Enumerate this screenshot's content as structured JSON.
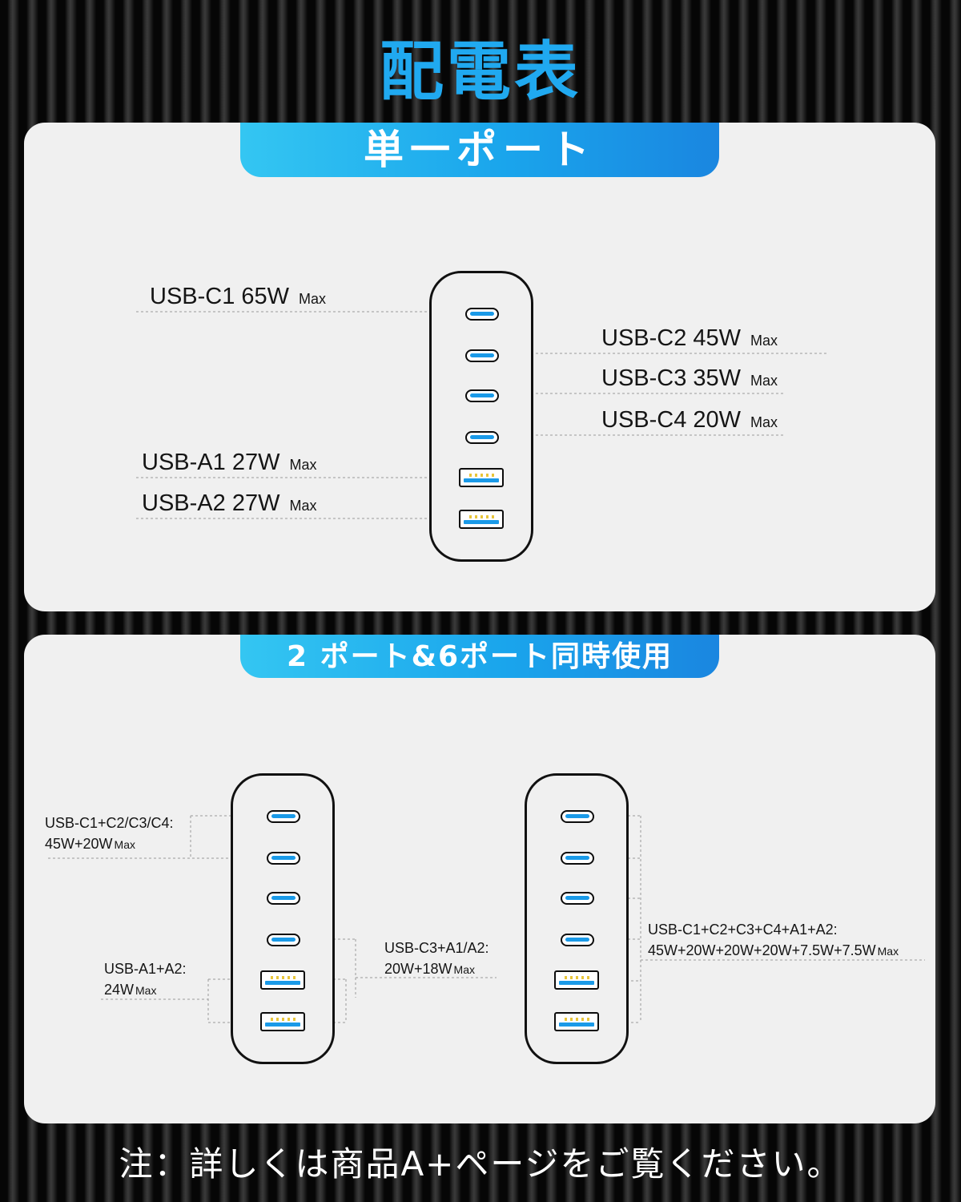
{
  "title": "配電表",
  "section_single": {
    "banner": "単一ポート",
    "labels": {
      "c1": {
        "name": "USB-C1 65W",
        "max": "Max"
      },
      "c2": {
        "name": "USB-C2 45W",
        "max": "Max"
      },
      "c3": {
        "name": "USB-C3 35W",
        "max": "Max"
      },
      "c4": {
        "name": "USB-C4 20W",
        "max": "Max"
      },
      "a1": {
        "name": "USB-A1 27W",
        "max": "Max"
      },
      "a2": {
        "name": "USB-A2 27W",
        "max": "Max"
      }
    }
  },
  "section_multi": {
    "banner": "2 ポート&6ポート同時使用",
    "left_combo_1": {
      "line1": "USB-C1+C2/C3/C4:",
      "line2": "45W+20W",
      "max": "Max"
    },
    "left_combo_2": {
      "line1": "USB-A1+A2:",
      "line2": "24W",
      "max": "Max"
    },
    "middle_combo": {
      "line1": "USB-C3+A1/A2:",
      "line2": "20W+18W",
      "max": "Max"
    },
    "right_combo": {
      "line1": "USB-C1+C2+C3+C4+A1+A2:",
      "line2": "45W+20W+20W+20W+7.5W+7.5W",
      "max": "Max"
    }
  },
  "footer": "注：詳しくは商品A+ページをご覧ください。"
}
